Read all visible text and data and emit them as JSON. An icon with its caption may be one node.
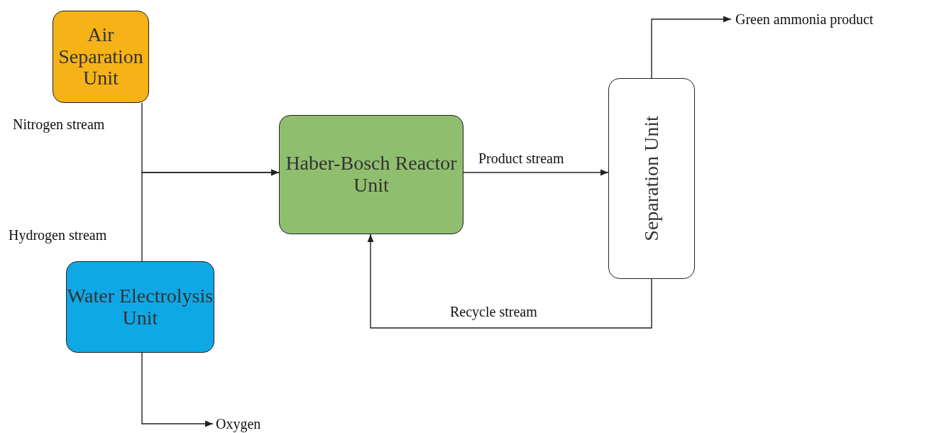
{
  "diagram": {
    "nodes": [
      {
        "text": [
          "Air Separation Unit"
        ]
      },
      {
        "text": [
          "Haber-Bosch Reactor Unit"
        ]
      },
      {
        "text": [
          "Separation Unit"
        ]
      },
      {
        "text": [
          "Water Electrolysis Unit"
        ]
      },
      {
        "text": [
          "Green ammonia product"
        ]
      },
      {
        "text": [
          "Oxygen"
        ]
      }
    ],
    "edges": [
      {
        "from": 0,
        "to": 1,
        "arrow": "to",
        "label": "Nitrogen stream"
      },
      {
        "from": 3,
        "to": 1,
        "arrow": "to",
        "label": "Hydrogen stream"
      },
      {
        "from": 1,
        "to": 2,
        "arrow": "to",
        "label": "Product stream"
      },
      {
        "from": 2,
        "to": 1,
        "arrow": "to",
        "label": "Recycle stream"
      },
      {
        "from": 2,
        "to": 4,
        "arrow": "to"
      },
      {
        "from": 3,
        "to": 5,
        "arrow": "to"
      }
    ]
  }
}
